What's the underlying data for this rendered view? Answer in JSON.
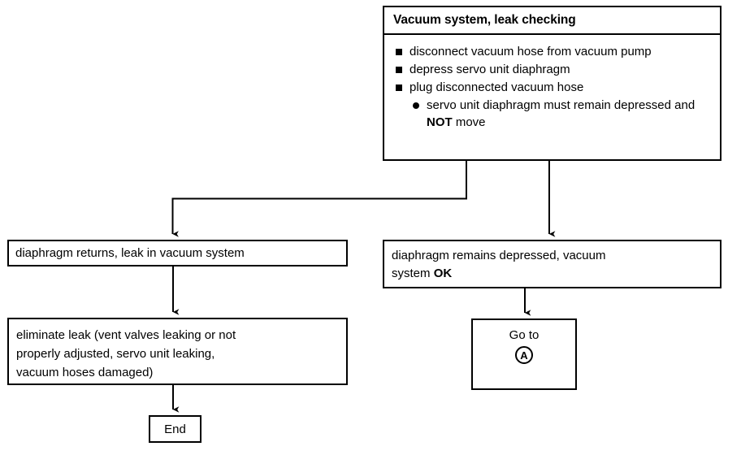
{
  "diagram": {
    "title": "Vacuum system, leak checking",
    "top_box": {
      "header": "Vacuum system, leak checking",
      "steps": [
        {
          "marker": "square-bullet",
          "text": "disconnect vacuum hose from vacuum pump"
        },
        {
          "marker": "square-bullet",
          "text": "depress servo unit diaphragm"
        },
        {
          "marker": "square-bullet",
          "text": "plug disconnected vacuum hose"
        },
        {
          "marker": "round-bullet",
          "text_before": "servo unit diaphragm must remain depressed and ",
          "emphasis": "NOT",
          "text_after": " move"
        }
      ]
    },
    "branch_left": {
      "outcome": "diaphragm returns, leak in vacuum system",
      "action_line1": "eliminate leak (vent valves leaking or not",
      "action_line2": "properly adjusted, servo unit leaking,",
      "action_line3": "vacuum hoses damaged)",
      "terminal": "End"
    },
    "branch_right": {
      "outcome_line1": "diaphragm remains depressed, vacuum",
      "outcome_line2_before": "system ",
      "outcome_line2_emphasis": "OK",
      "goto_label": "Go to",
      "goto_reference": "A"
    },
    "colors": {
      "stroke": "#000000",
      "fill": "#ffffff",
      "text": "#000000"
    }
  }
}
